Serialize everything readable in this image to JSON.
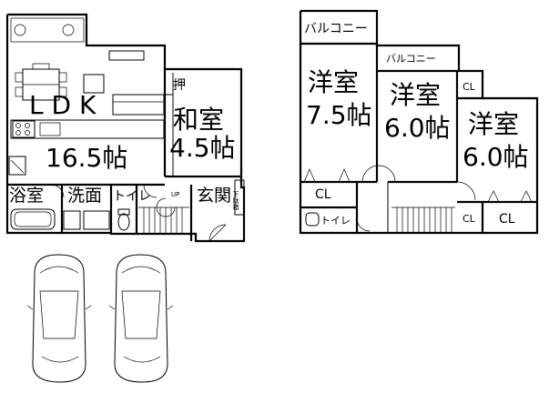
{
  "first_floor": {
    "ldk": {
      "label": "L D K",
      "size": "16.5帖"
    },
    "washitsu": {
      "label": "和室",
      "size": "4.5帖"
    },
    "oshiire": "押",
    "yokushitsu": "浴室",
    "senmen": "洗面",
    "toilet": "トイレ",
    "genkan": "玄関",
    "getabako": "下駄箱",
    "stair_up": "UP"
  },
  "second_floor": {
    "balcony_left": "バルコニー",
    "balcony_center": "バルコニー",
    "room_left": {
      "label": "洋室",
      "size": "7.5帖"
    },
    "room_center": {
      "label": "洋室",
      "size": "6.0帖"
    },
    "room_right": {
      "label": "洋室",
      "size": "6.0帖"
    },
    "closet_upper": "CL",
    "closet_left": "CL",
    "closet_small": "CL",
    "closet_right": "CL",
    "toilet": "トイレ"
  }
}
